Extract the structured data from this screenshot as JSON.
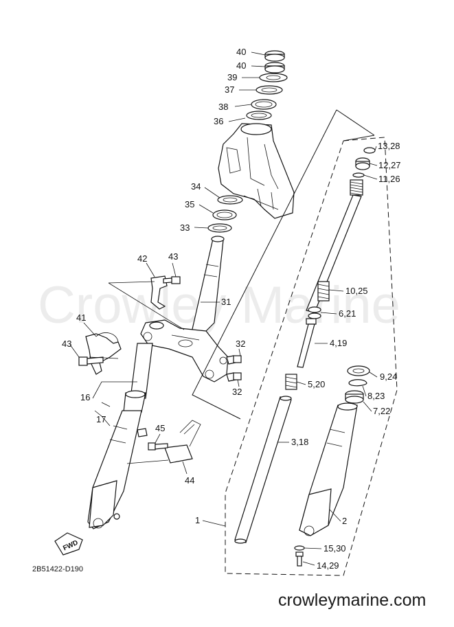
{
  "watermark": "Crowley Marine",
  "website": "crowleymarine.com",
  "diagram_code": "2B51422-D190",
  "fwd_label": "FWD",
  "callouts": [
    "40",
    "40",
    "39",
    "37",
    "38",
    "36",
    "34",
    "35",
    "33",
    "42",
    "43",
    "31",
    "41",
    "43",
    "32",
    "32",
    "16",
    "17",
    "45",
    "44",
    "13,28",
    "12,27",
    "11,26",
    "10,25",
    "6,21",
    "4,19",
    "5,20",
    "9,24",
    "8,23",
    "7,22",
    "3,18",
    "2",
    "1",
    "15,30",
    "14,29"
  ]
}
